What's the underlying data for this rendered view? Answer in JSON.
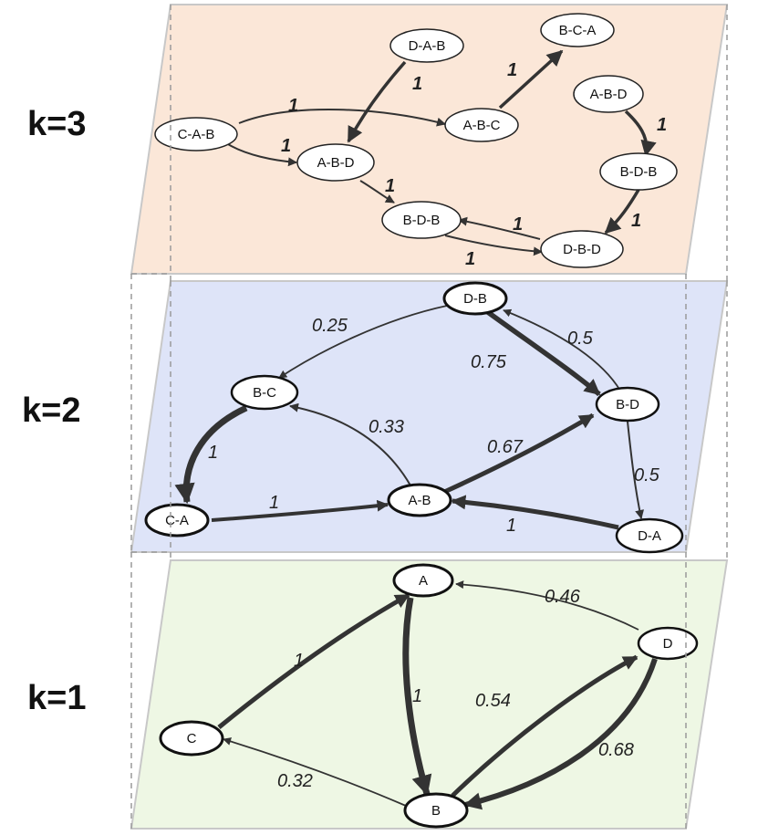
{
  "layers": {
    "k3": {
      "label": "k=3",
      "fill": "#fbe7d8",
      "nodes": {
        "cab": "C-A-B",
        "dab": "D-A-B",
        "abc": "A-B-C",
        "bca": "B-C-A",
        "abd1": "A-B-D",
        "abd2": "A-B-D",
        "bdb1": "B-D-B",
        "bdb2": "B-D-B",
        "dbd": "D-B-D"
      },
      "edges": {
        "cab_abc": "1",
        "cab_abd": "1",
        "dab_abd": "1",
        "abc_bca": "1",
        "abd_bdb": "1",
        "abd2_bdb2": "1",
        "bdb2_dbd": "1",
        "dbd_bdb": "1",
        "bdb_dbd": "1"
      }
    },
    "k2": {
      "label": "k=2",
      "fill": "#dee4f8",
      "nodes": {
        "db": "D-B",
        "bc": "B-C",
        "bd": "B-D",
        "ca": "C-A",
        "ab": "A-B",
        "da": "D-A"
      },
      "edges": {
        "db_bc": "0.25",
        "bd_db": "0.5",
        "db_bd": "0.75",
        "ab_bc": "0.33",
        "ab_bd": "0.67",
        "bd_da": "0.5",
        "bc_ca": "1",
        "ca_ab": "1",
        "da_ab": "1"
      }
    },
    "k1": {
      "label": "k=1",
      "fill": "#eef7e4",
      "nodes": {
        "a": "A",
        "b": "B",
        "c": "C",
        "d": "D"
      },
      "edges": {
        "d_a": "0.46",
        "c_a": "1",
        "a_b": "1",
        "b_d": "0.54",
        "d_b": "0.68",
        "b_c": "0.32"
      }
    }
  },
  "colors": {
    "edge": "#333333",
    "frame": "#c8c8c8",
    "dash": "#9a9a9a"
  }
}
